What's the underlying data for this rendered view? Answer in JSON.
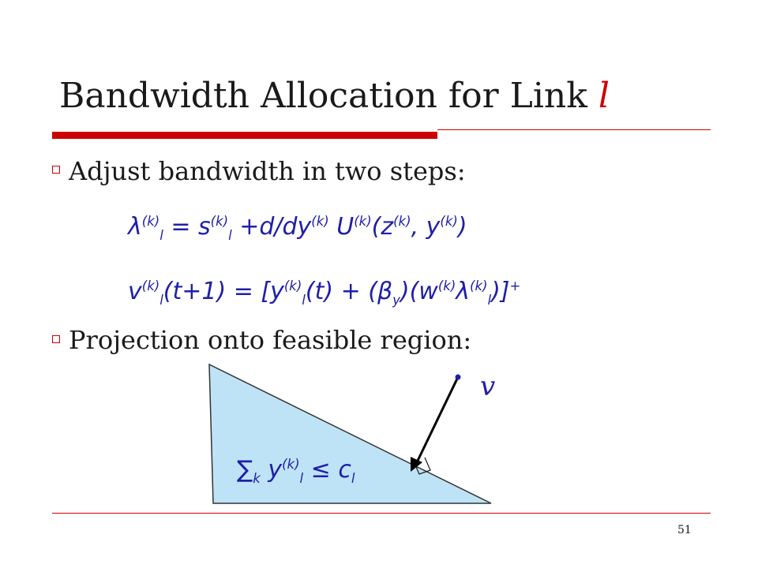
{
  "slide": {
    "title": "Bandwidth Allocation for Link ",
    "title_var": "l",
    "bullet1": "Adjust bandwidth in two steps:",
    "bullet2": "Projection onto feasible region:",
    "point_label": "v",
    "page_number": "51"
  },
  "colors": {
    "accent": "#cc0000",
    "equation": "#1f1fa8",
    "region_fill": "#bfe3f6"
  },
  "icons": {
    "bullet": "hollow-square-bullet"
  }
}
